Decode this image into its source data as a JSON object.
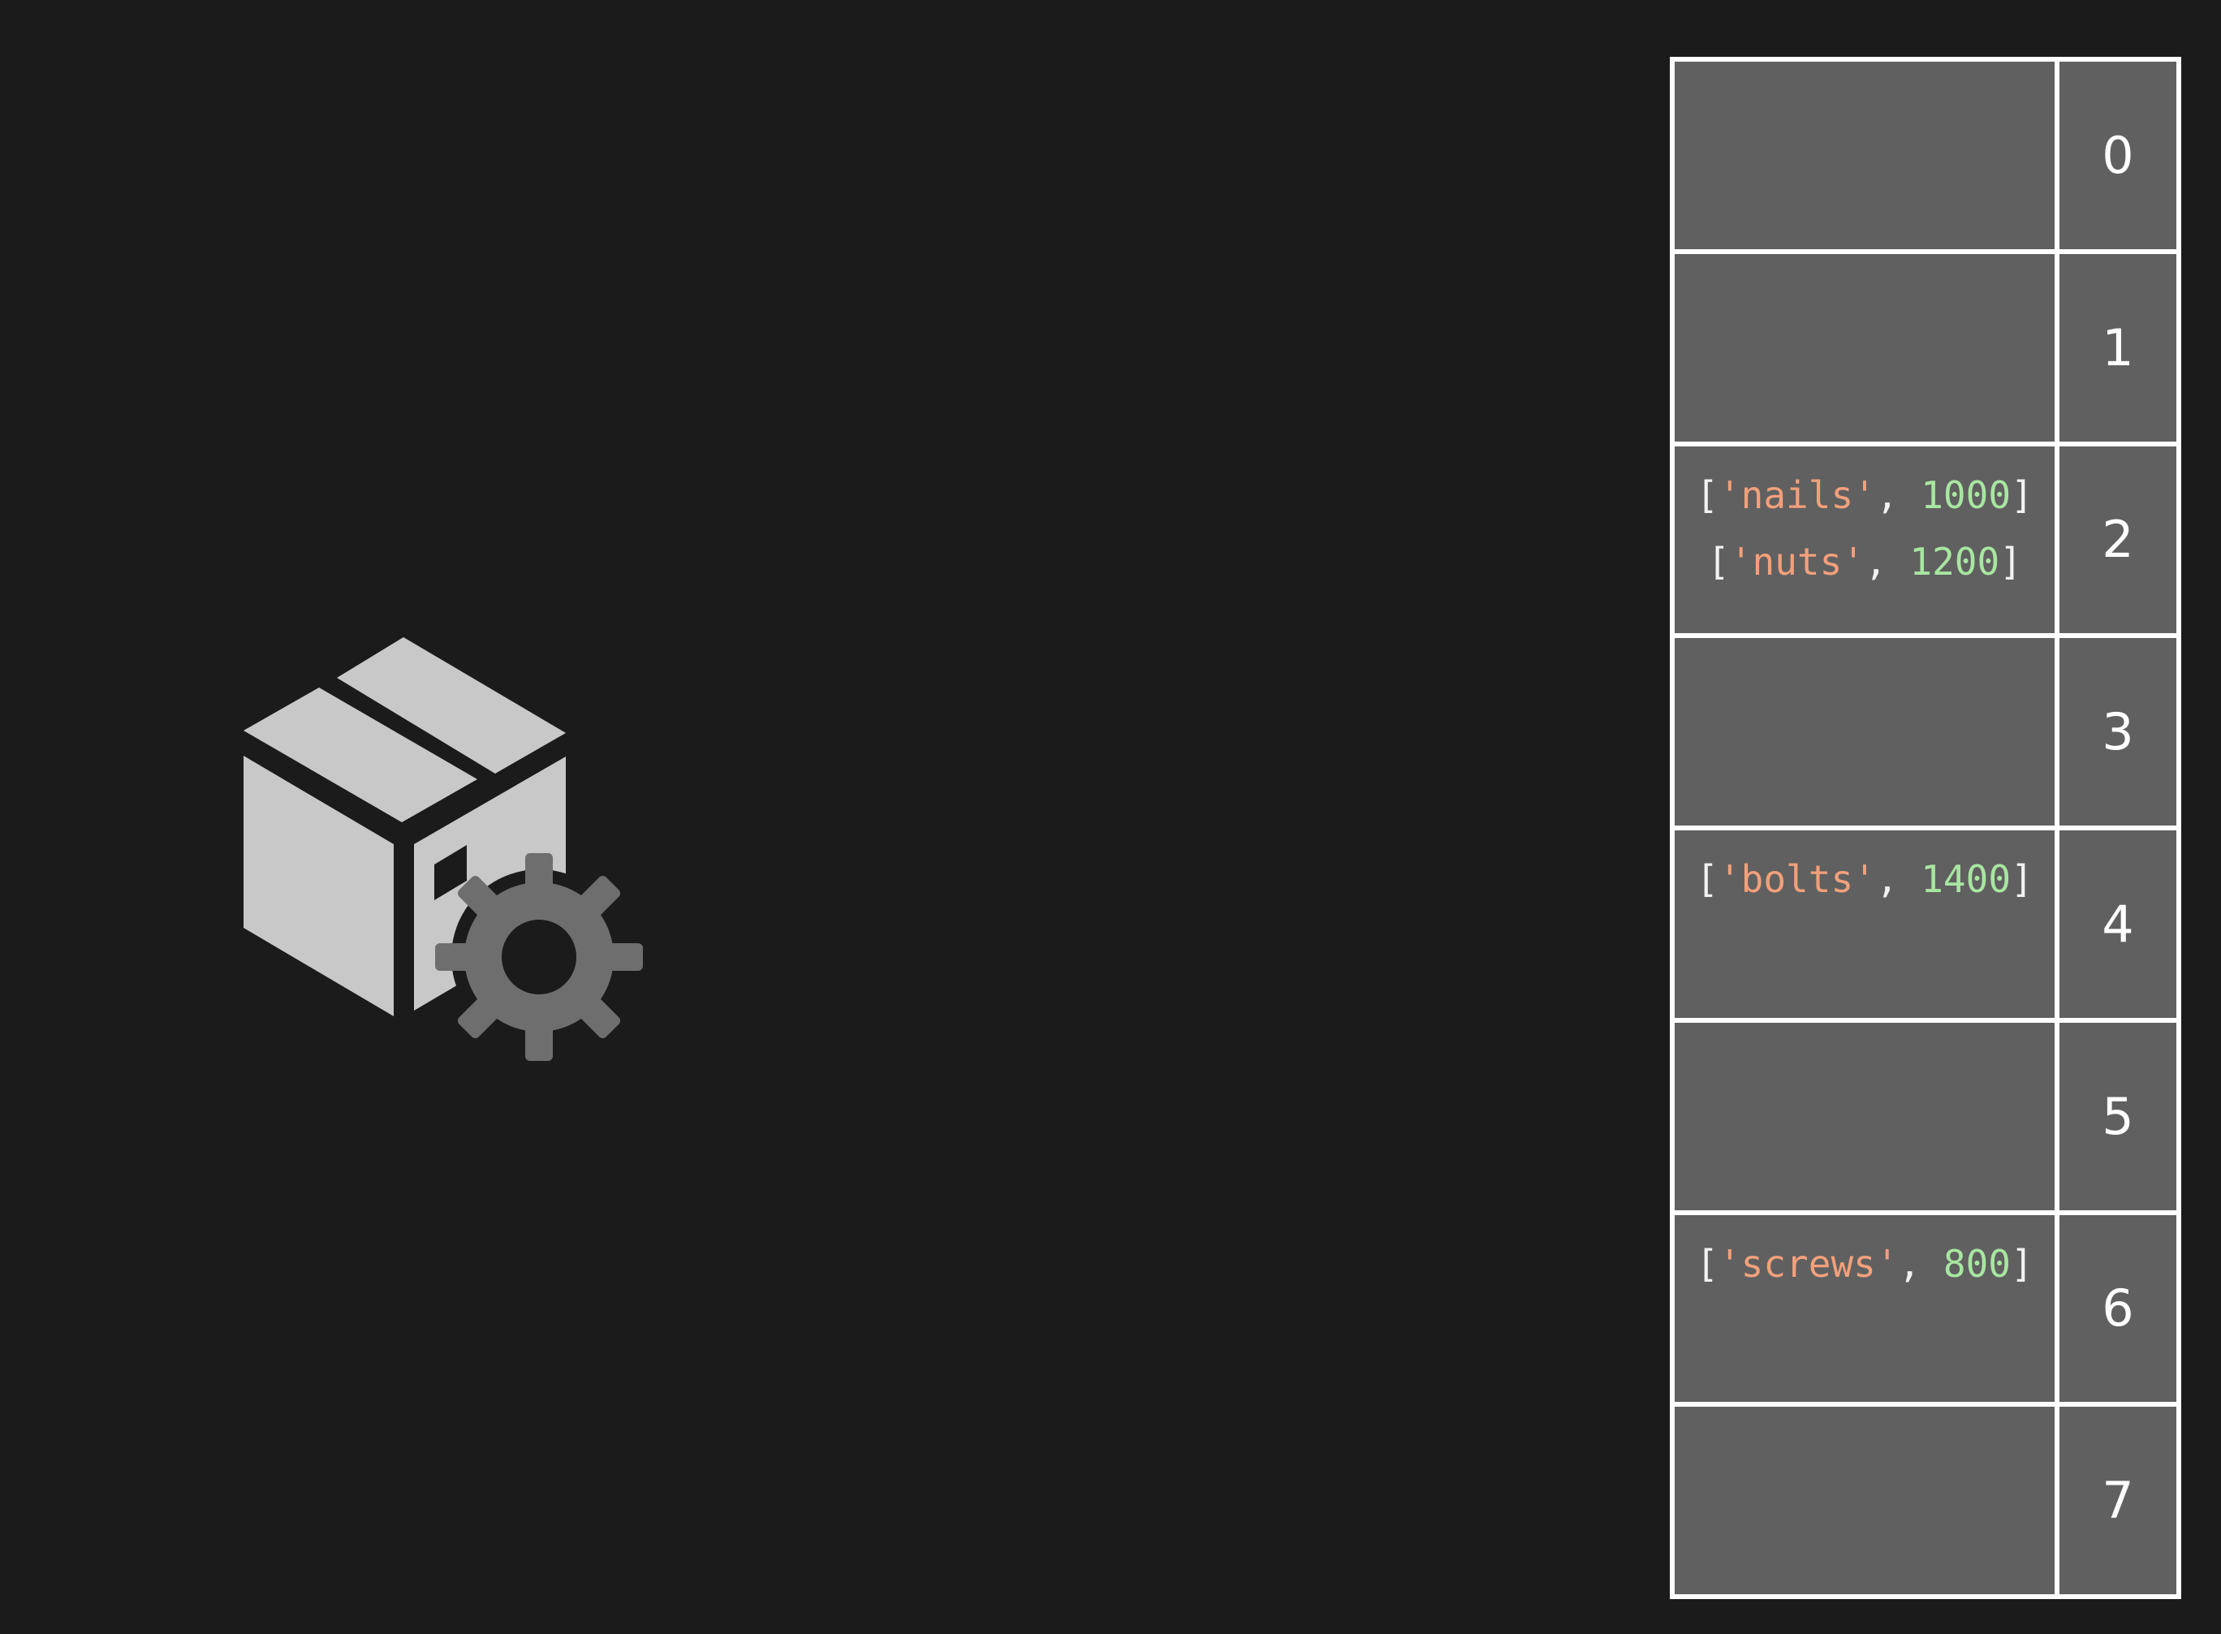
{
  "colors": {
    "background": "#1b1b1b",
    "cell": "#606060",
    "border": "#ffffff",
    "key_string": "#f2a07b",
    "number": "#a8e6a1",
    "box_icon": "#c8c8c8",
    "gear_icon": "#6e6e6e"
  },
  "icon": {
    "name": "package-gear-icon"
  },
  "hash_table": {
    "rows": [
      {
        "index": "0",
        "entries": []
      },
      {
        "index": "1",
        "entries": []
      },
      {
        "index": "2",
        "entries": [
          {
            "key": "'nails'",
            "value": "1000"
          },
          {
            "key": "'nuts'",
            "value": "1200"
          }
        ]
      },
      {
        "index": "3",
        "entries": []
      },
      {
        "index": "4",
        "entries": [
          {
            "key": "'bolts'",
            "value": "1400"
          }
        ]
      },
      {
        "index": "5",
        "entries": []
      },
      {
        "index": "6",
        "entries": [
          {
            "key": "'screws'",
            "value": "800"
          }
        ]
      },
      {
        "index": "7",
        "entries": []
      }
    ]
  }
}
